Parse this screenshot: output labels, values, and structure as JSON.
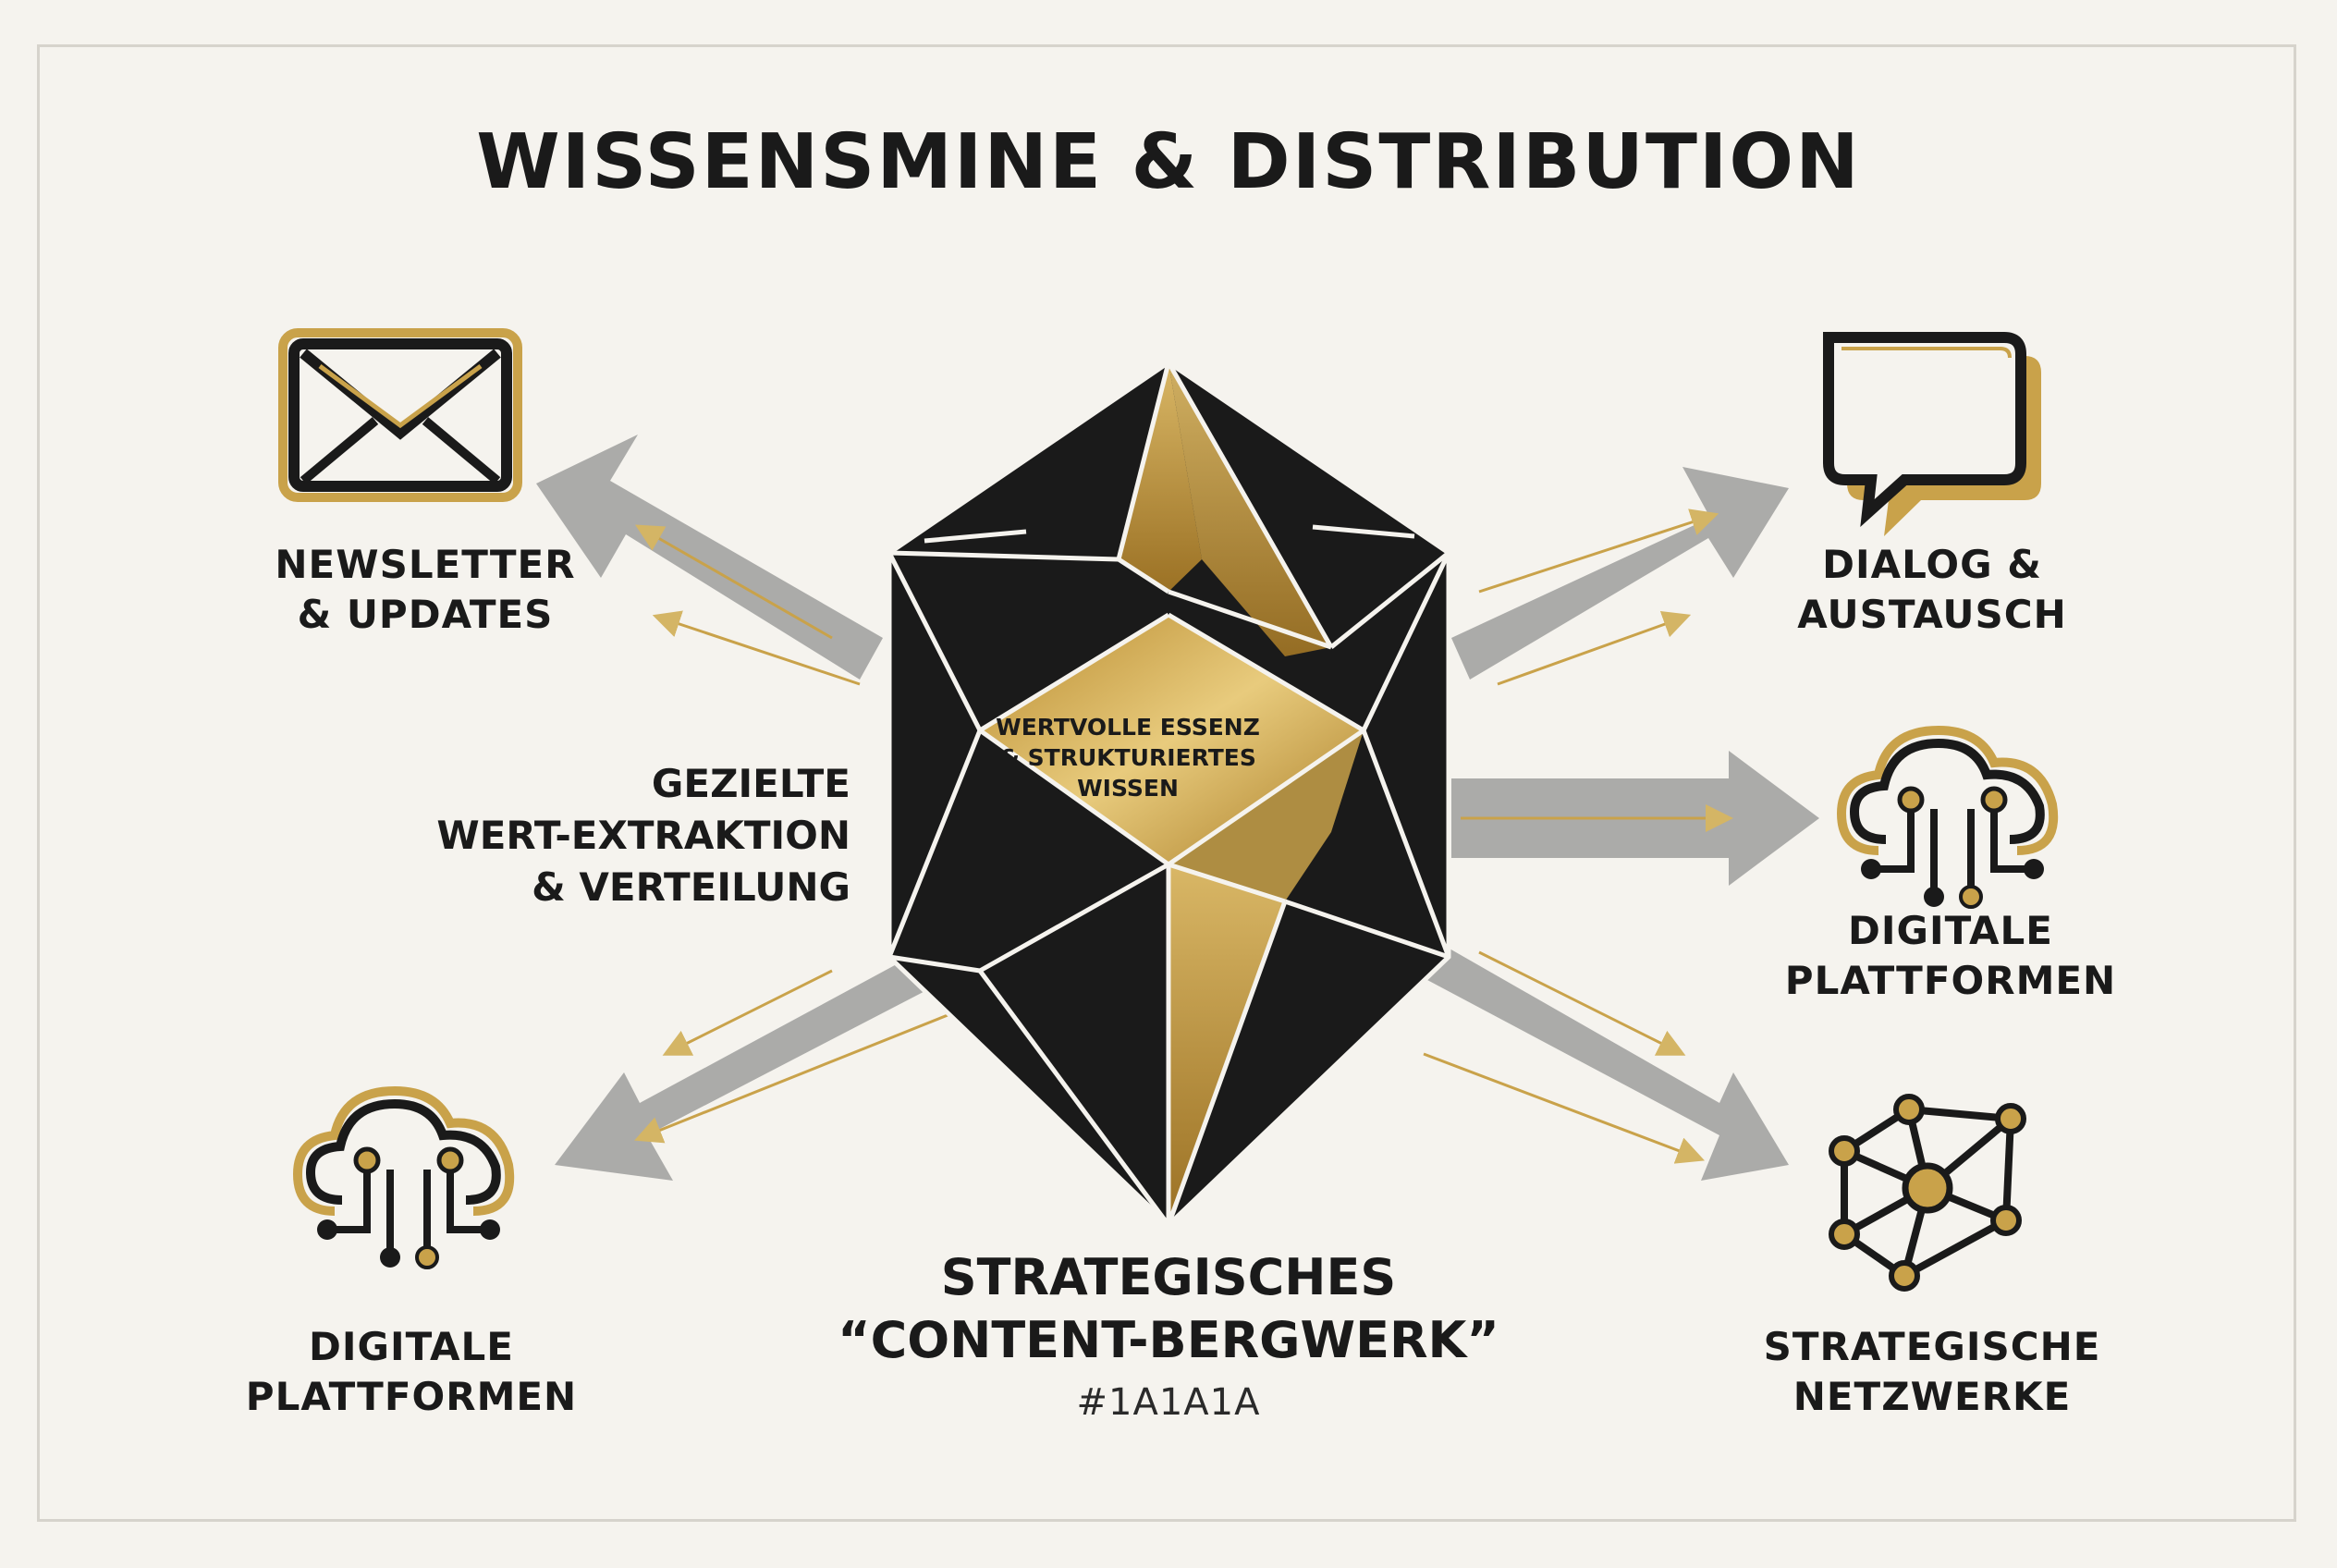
{
  "title": "WISSENSMINE & DISTRIBUTION",
  "colors": {
    "gold": "#c9a24a",
    "dark": "#1a1a1a",
    "arrow": "#9a9a98",
    "background": "#f5f3ee"
  },
  "gem": {
    "lines": [
      "WERTVOLLE ESSENZ",
      "& STRUKTURIERTES",
      "WISSEN"
    ]
  },
  "center_label": {
    "lines": [
      "STRATEGISCHES",
      "“CONTENT-BERGWERK”"
    ],
    "code": "#1A1A1A"
  },
  "mid_label": {
    "lines": [
      "GEZIELTE",
      "WERT-EXTRAKTION",
      "& VERTEILUNG"
    ]
  },
  "nodes": [
    {
      "id": "newsletter",
      "icon": "envelope-icon",
      "lines": [
        "NEWSLETTER",
        "& UPDATES"
      ]
    },
    {
      "id": "dialog",
      "icon": "speech-bubble-icon",
      "lines": [
        "DIALOG &",
        "AUSTAUSCH"
      ]
    },
    {
      "id": "platforms-right",
      "icon": "cloud-network-icon",
      "lines": [
        "DIGITALE",
        "PLATTFORMEN"
      ]
    },
    {
      "id": "platforms-left",
      "icon": "cloud-network-icon",
      "lines": [
        "DIGITALE",
        "PLATTFORMEN"
      ]
    },
    {
      "id": "networks",
      "icon": "network-graph-icon",
      "lines": [
        "STRATEGISCHE",
        "NETZWERKE"
      ]
    }
  ]
}
